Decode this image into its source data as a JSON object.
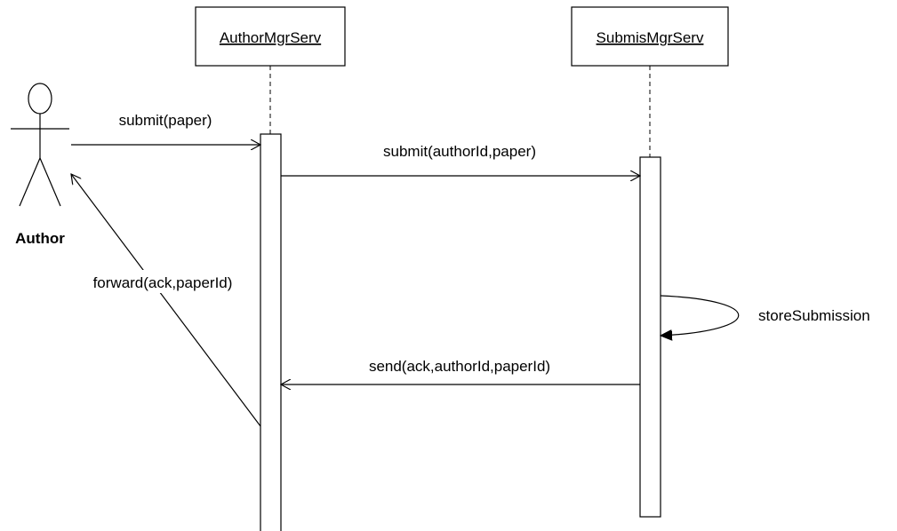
{
  "diagram": {
    "actor": {
      "name": "Author"
    },
    "objects": {
      "author_mgr": "AuthorMgrServ",
      "submis_mgr": "SubmisMgrServ"
    },
    "messages": {
      "submit_paper": "submit(paper)",
      "submit_author_paper": "submit(authorId,paper)",
      "store_submission": "storeSubmission",
      "send_ack": "send(ack,authorId,paperId)",
      "forward_ack": "forward(ack,paperId)"
    }
  }
}
